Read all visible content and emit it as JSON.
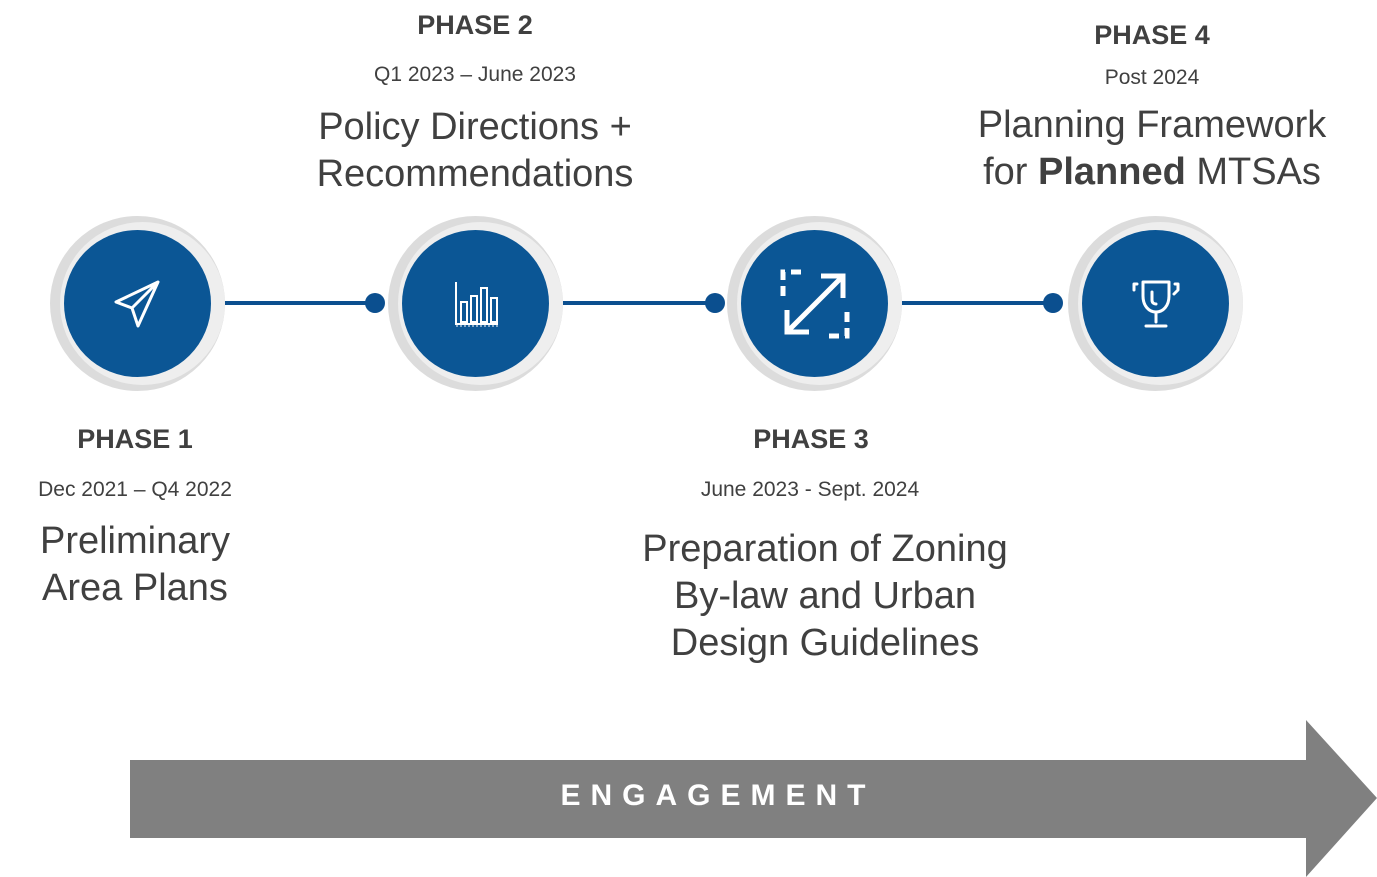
{
  "phases": [
    {
      "label": "PHASE 1",
      "dates": "Dec 2021 – Q4 2022",
      "title_line1": "Preliminary",
      "title_line2": "Area Plans",
      "icon": "paper-plane-icon"
    },
    {
      "label": "PHASE 2",
      "dates": "Q1 2023 – June 2023",
      "title_line1": "Policy Directions +",
      "title_line2": "Recommendations",
      "icon": "bar-chart-icon"
    },
    {
      "label": "PHASE 3",
      "dates": "June 2023 - Sept. 2024",
      "title_line1": "Preparation of Zoning",
      "title_line2": "By-law and Urban",
      "title_line3": "Design Guidelines",
      "icon": "expand-arrows-icon"
    },
    {
      "label": "PHASE 4",
      "dates": "Post 2024",
      "title_line1": "Planning Framework",
      "title_line2_pre": "for ",
      "title_line2_bold": "Planned",
      "title_line2_post": " MTSAs",
      "icon": "trophy-icon"
    }
  ],
  "engagement": {
    "label": "ENGAGEMENT"
  },
  "colors": {
    "primary": "#0b5695",
    "line": "#0b4f8f",
    "ring": "#dcdcdc",
    "arrow": "#808080",
    "text": "#404040"
  }
}
